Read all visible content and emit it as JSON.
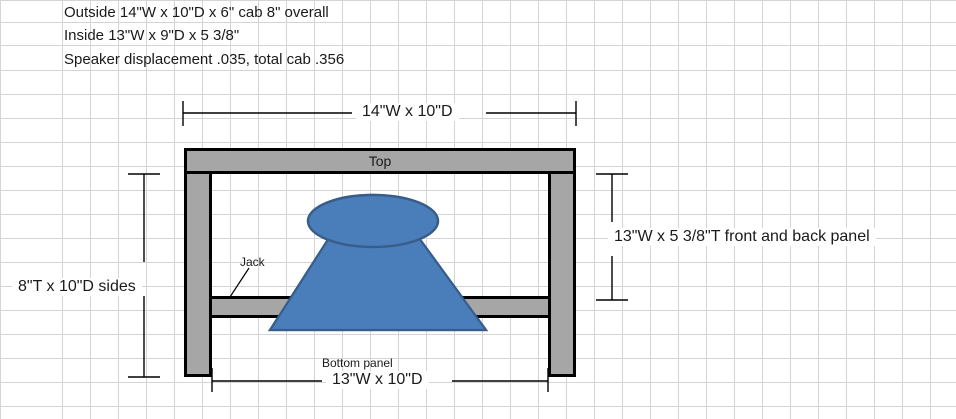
{
  "document": {
    "title": "Speaker Cabinet Dimension Diagram",
    "app": "spreadsheet-drawing-canvas"
  },
  "notes": [
    "Outside 14\"W x 10\"D x 6\" cab 8\" overall",
    "Inside 13\"W x 9\"D x 5 3/8\"",
    "Speaker displacement .035, total cab .356"
  ],
  "dimensions": {
    "top": "14\"W x 10\"D",
    "bottom": "13\"W x 10\"D",
    "left": "8\"T x 10\"D sides",
    "right": "13\"W x 5 3/8\"T front and back panel"
  },
  "labels": {
    "top_panel": "Top",
    "bottom_panel": "Bottom panel",
    "jack": "Jack"
  },
  "colors": {
    "panel_fill": "#a6a6a6",
    "panel_stroke": "#000000",
    "speaker_fill": "#4a7ebb",
    "speaker_stroke": "#385d8a",
    "grid_line": "#d4d4d4",
    "text": "#1a1a1a",
    "dim_line": "#000000"
  },
  "grid": {
    "column_edges": [
      0,
      62,
      90,
      118,
      146,
      174,
      202,
      230,
      258,
      286,
      314,
      342,
      370,
      398,
      426,
      454,
      482,
      510,
      538,
      566,
      594,
      622,
      650,
      678,
      706,
      734,
      762,
      790,
      818,
      846,
      874,
      902,
      930,
      956
    ],
    "row_edges": [
      0,
      22,
      45,
      70,
      94,
      118,
      142,
      166,
      190,
      214,
      238,
      262,
      286,
      310,
      334,
      358,
      382,
      406,
      419
    ]
  }
}
